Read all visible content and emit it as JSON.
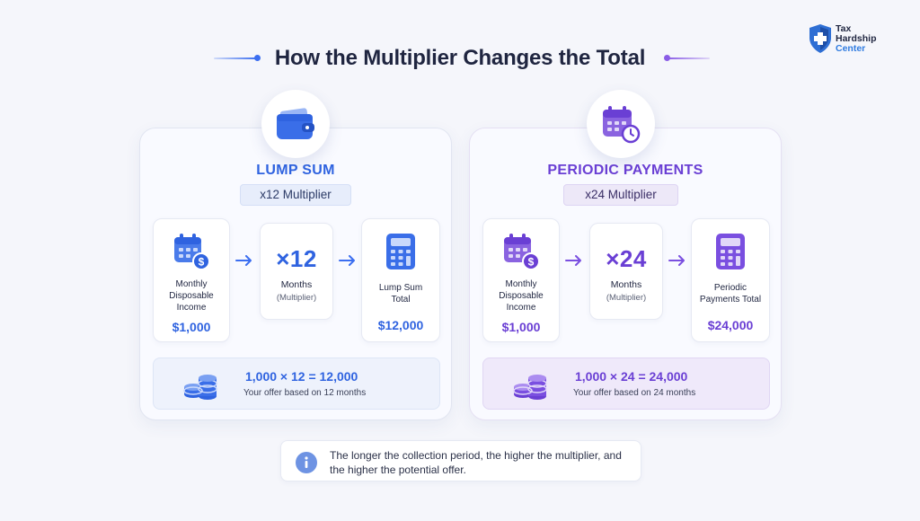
{
  "title": "How the Multiplier Changes the Total",
  "logo": {
    "line1": "Tax",
    "line2": "Hardship",
    "line3": "Center"
  },
  "colors": {
    "blue": "#2f63e0",
    "purple": "#6a3fd4"
  },
  "panels": [
    {
      "title": "LUMP SUM",
      "icon": "wallet-icon",
      "multiplier_label": "x12 Multiplier",
      "income_label": "Monthly\nDisposable\nIncome",
      "income_value": "$1,000",
      "multiplier_big": "×12",
      "months_label": "Months",
      "multiplier_sub": "(Multiplier)",
      "total_label": "Lump Sum\nTotal",
      "total_value": "$12,000",
      "equation": "1,000 × 12 = 12,000",
      "note": "Your offer based on 12 months"
    },
    {
      "title": "PERIODIC PAYMENTS",
      "icon": "calendar-clock-icon",
      "multiplier_label": "x24 Multiplier",
      "income_label": "Monthly\nDisposable\nIncome",
      "income_value": "$1,000",
      "multiplier_big": "×24",
      "months_label": "Months",
      "multiplier_sub": "(Multiplier)",
      "total_label": "Periodic\nPayments Total",
      "total_value": "$24,000",
      "equation": "1,000 × 24 = 24,000",
      "note": "Your offer based on 24 months"
    }
  ],
  "info": {
    "icon": "info-icon",
    "text": "The longer the collection period, the higher the multiplier, and the higher the potential offer."
  }
}
